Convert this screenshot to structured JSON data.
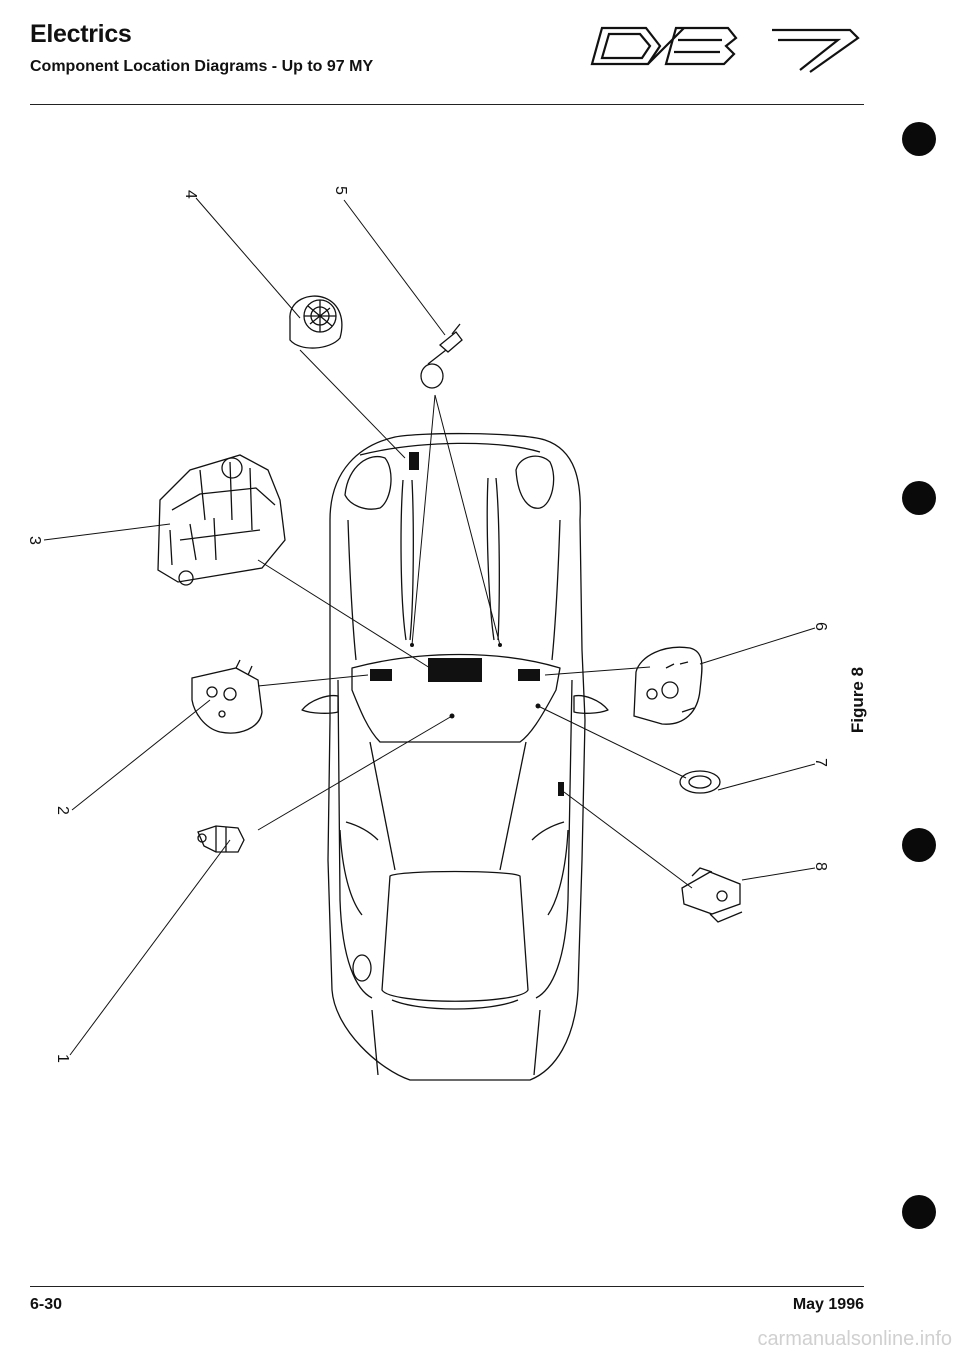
{
  "header": {
    "title": "Electrics",
    "subtitle": "Component Location Diagrams - Up to 97 MY"
  },
  "figure": {
    "caption": "Figure 8",
    "callouts": [
      "1",
      "2",
      "3",
      "4",
      "5",
      "6",
      "7",
      "8"
    ]
  },
  "footer": {
    "page": "6-30",
    "date": "May 1996"
  },
  "watermark": "carmanualsonline.info"
}
